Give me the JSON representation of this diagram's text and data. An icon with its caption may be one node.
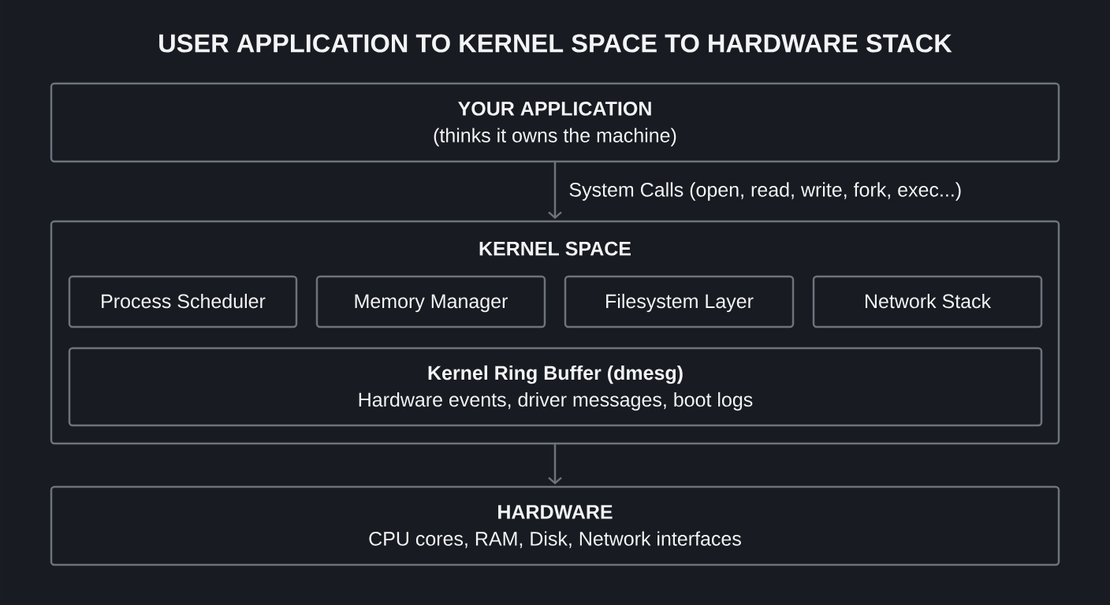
{
  "diagram": {
    "title": "USER APPLICATION TO KERNEL SPACE TO HARDWARE STACK",
    "nodes": [
      {
        "text": [
          "YOUR APPLICATION",
          "(thinks it owns the machine)"
        ]
      },
      {
        "text": [
          "KERNEL SPACE"
        ]
      },
      {
        "text": [
          "Process Scheduler"
        ],
        "in": 1
      },
      {
        "text": [
          "Memory Manager"
        ],
        "in": 1
      },
      {
        "text": [
          "Filesystem Layer"
        ],
        "in": 1
      },
      {
        "text": [
          "Network Stack"
        ],
        "in": 1
      },
      {
        "text": [
          "Kernel Ring Buffer (dmesg)",
          "Hardware events, driver messages, boot logs"
        ],
        "in": 1
      },
      {
        "text": [
          "HARDWARE",
          "CPU cores, RAM, Disk, Network interfaces"
        ]
      }
    ],
    "edges": [
      {
        "from": 0,
        "to": 1,
        "arrow": "to",
        "label": "System Calls (open, read, write, fork, exec...)"
      },
      {
        "from": 1,
        "to": 7,
        "arrow": "to"
      }
    ]
  }
}
